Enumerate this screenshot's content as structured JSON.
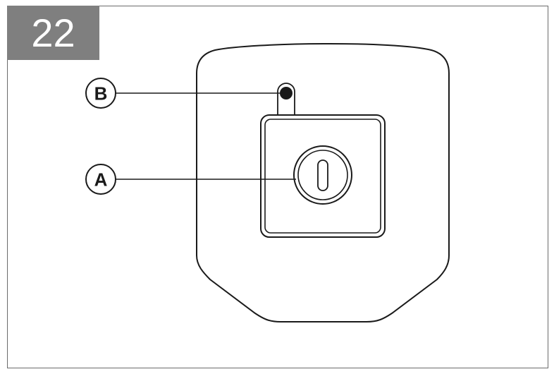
{
  "figure_number": "22",
  "callouts": [
    {
      "id": "B",
      "label": "B"
    },
    {
      "id": "A",
      "label": "A"
    }
  ],
  "colors": {
    "badge_bg": "#7f7f7f",
    "badge_text": "#ffffff",
    "line": "#1a1a1a",
    "frame": "#6b6b6b"
  }
}
